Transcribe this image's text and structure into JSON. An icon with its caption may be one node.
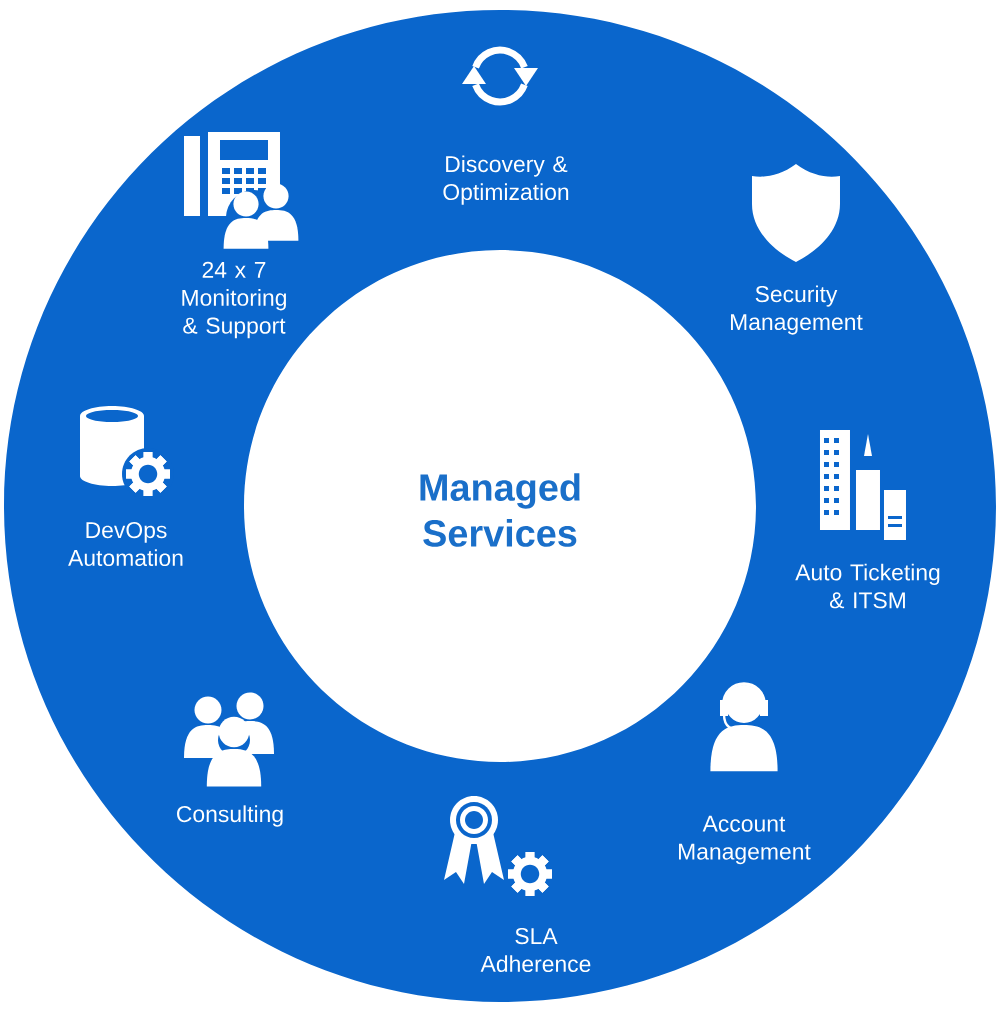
{
  "diagram": {
    "nodes": [
      {
        "text": [
          "Managed Services"
        ]
      }
    ],
    "labels": [
      "Discovery & Optimization",
      "Security Management",
      "Auto Ticketing & ITSM",
      "Account Management",
      "SLA Adherence",
      "Consulting",
      "DevOps Automation",
      "24 x 7 Monitoring & Support"
    ]
  }
}
